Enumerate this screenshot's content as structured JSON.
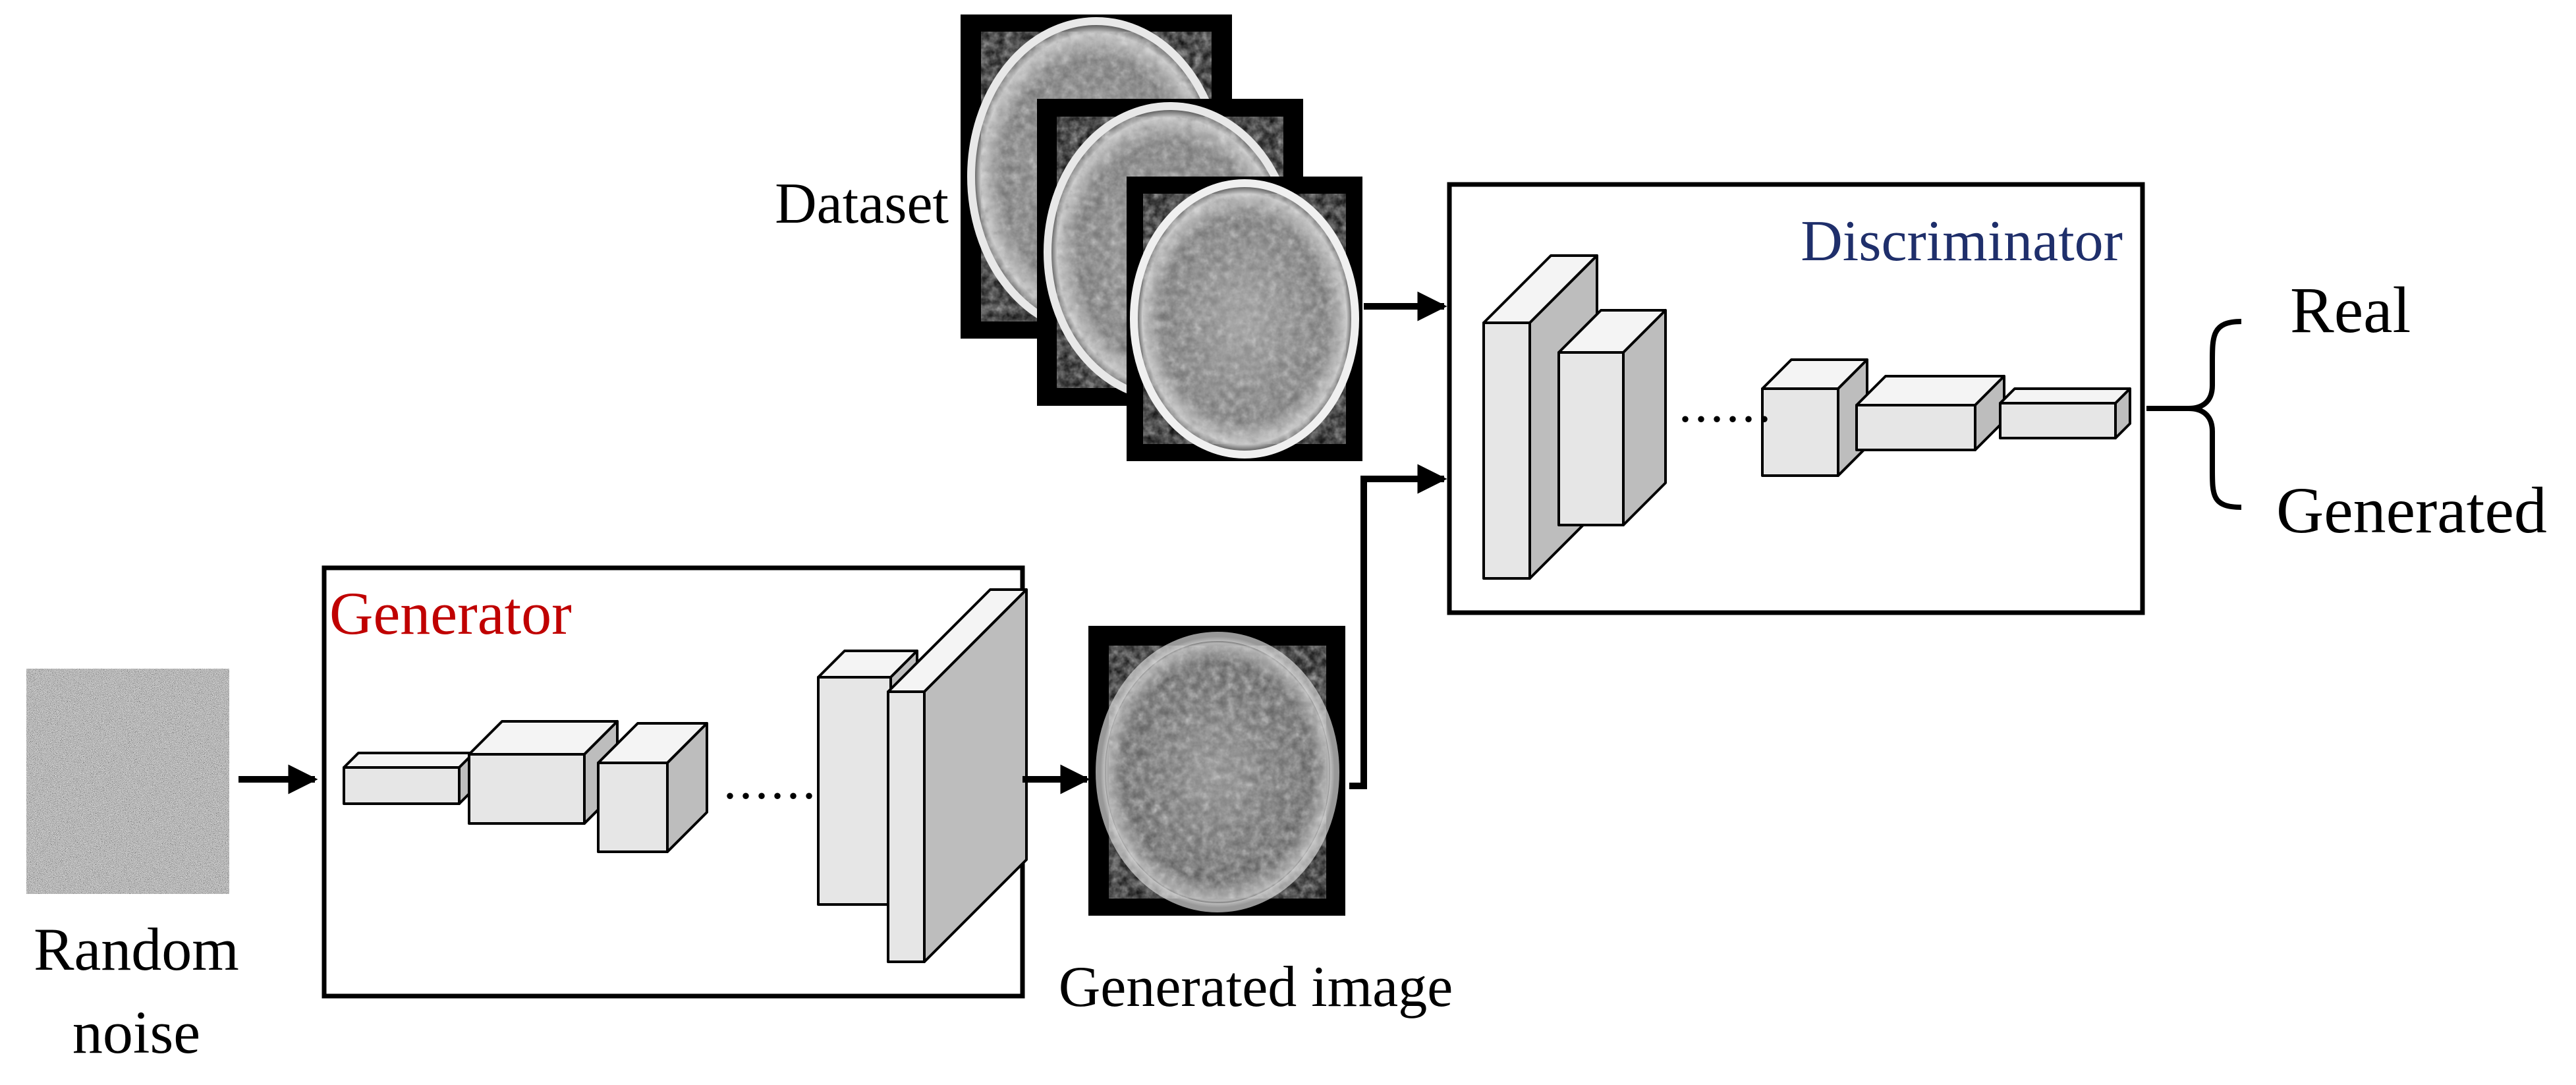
{
  "labels": {
    "random_noise_line1": "Random",
    "random_noise_line2": "noise",
    "generator": "Generator",
    "generated_image": "Generated image",
    "dataset": "Dataset",
    "discriminator": "Discriminator",
    "real": "Real",
    "generated": "Generated"
  },
  "colors": {
    "generator_label": "#c00000",
    "discriminator_label": "#1f2f6b",
    "block_front": "#e6e6e6",
    "block_top": "#f4f4f4",
    "block_side": "#bdbdbd",
    "stroke": "#000000"
  },
  "images": {
    "noise": "noise-texture",
    "generated": "generated-brain-mri",
    "dataset": "brain-mri-stack"
  }
}
